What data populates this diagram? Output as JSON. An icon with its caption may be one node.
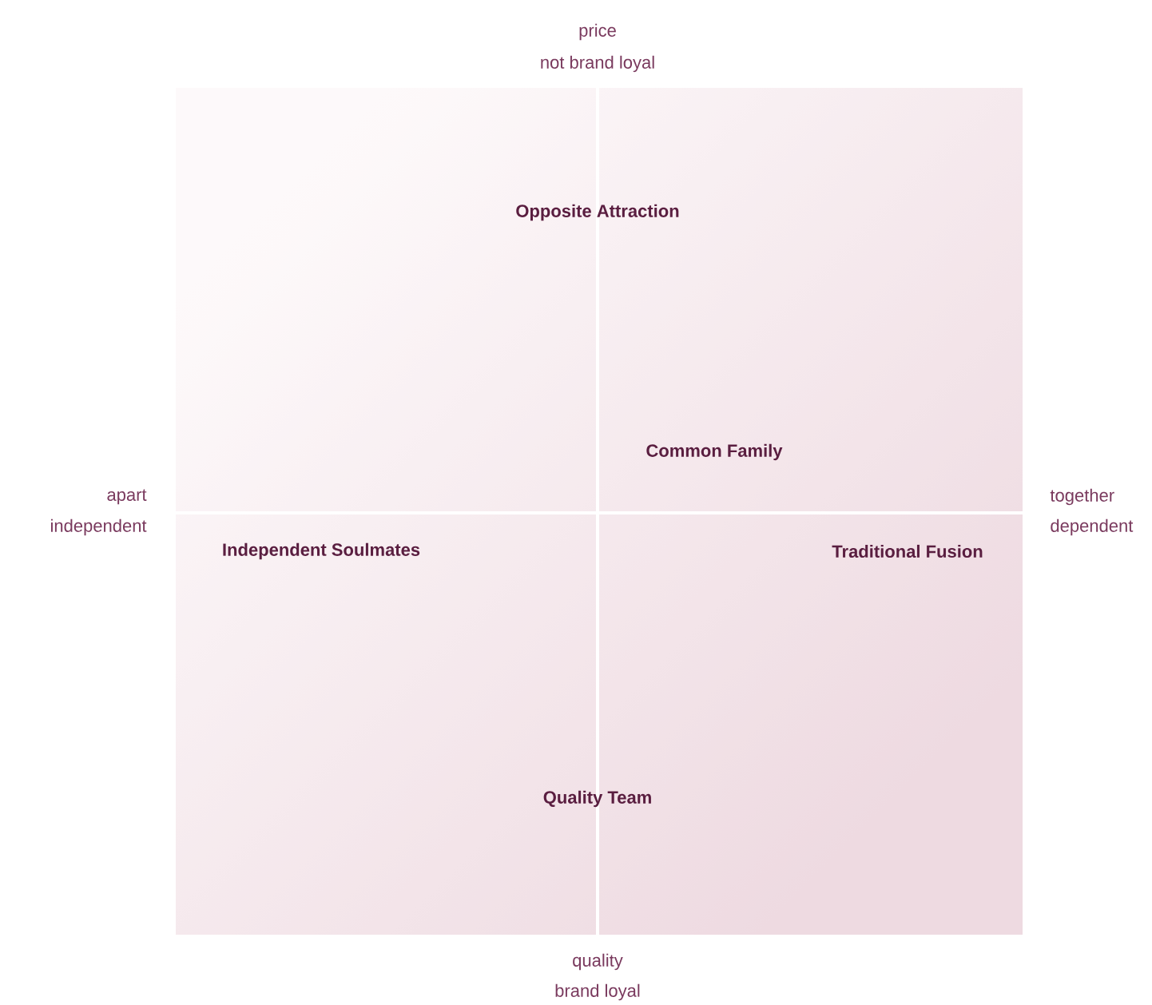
{
  "diagram": {
    "labels": [
      "price",
      "not brand loyal",
      "Opposite Attraction",
      "Common Family",
      "apart",
      "independent",
      "together",
      "dependent",
      "Independent Soulmates",
      "Traditional Fusion",
      "Quality Team",
      "quality",
      "brand loyal"
    ]
  }
}
